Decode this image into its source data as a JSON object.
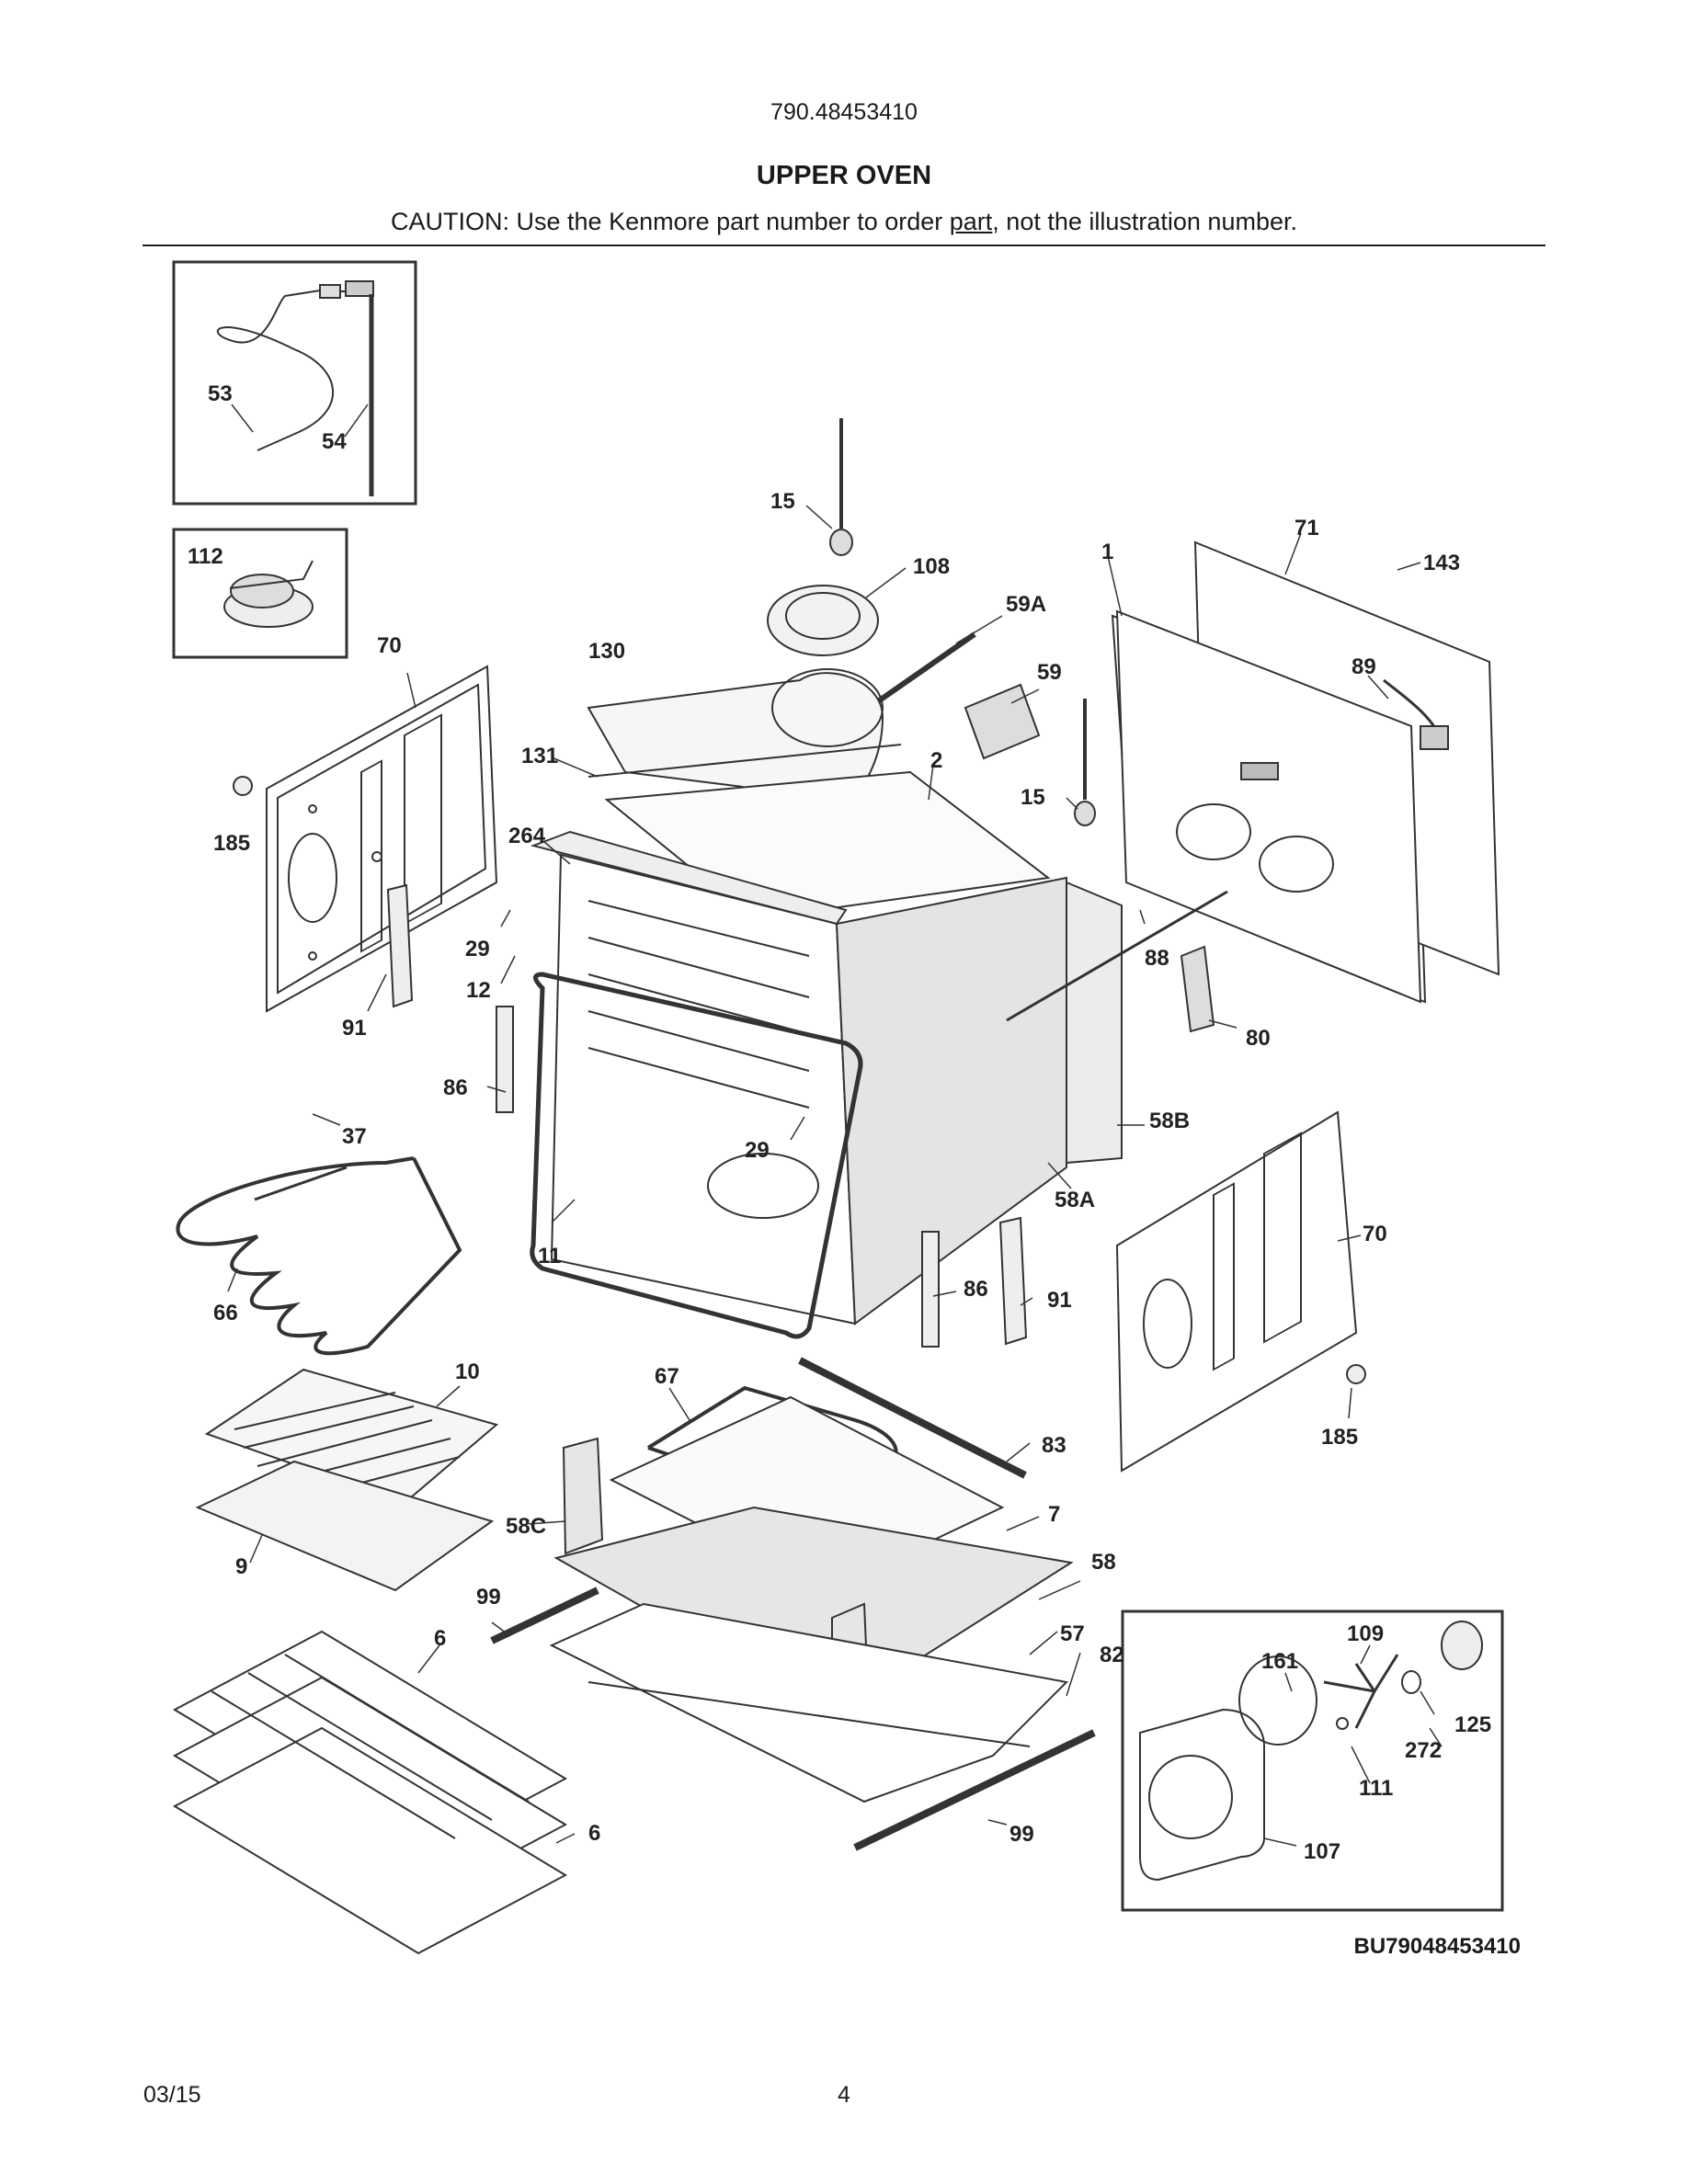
{
  "header": {
    "model_number": "790.48453410",
    "title": "UPPER OVEN",
    "caution_before": "CAUTION: Use the Kenmore part number to order ",
    "caution_link": "part",
    "caution_after": ", not the illustration number."
  },
  "callouts": [
    {
      "id": "c53",
      "text": "53"
    },
    {
      "id": "c54",
      "text": "54"
    },
    {
      "id": "c112",
      "text": "112"
    },
    {
      "id": "c15a",
      "text": "15"
    },
    {
      "id": "c108",
      "text": "108"
    },
    {
      "id": "c59A",
      "text": "59A"
    },
    {
      "id": "c1",
      "text": "1"
    },
    {
      "id": "c71",
      "text": "71"
    },
    {
      "id": "c143",
      "text": "143"
    },
    {
      "id": "c70a",
      "text": "70"
    },
    {
      "id": "c130",
      "text": "130"
    },
    {
      "id": "c59",
      "text": "59"
    },
    {
      "id": "c89",
      "text": "89"
    },
    {
      "id": "c131",
      "text": "131"
    },
    {
      "id": "c2",
      "text": "2"
    },
    {
      "id": "c15b",
      "text": "15"
    },
    {
      "id": "c185a",
      "text": "185"
    },
    {
      "id": "c264",
      "text": "264"
    },
    {
      "id": "c29a",
      "text": "29"
    },
    {
      "id": "c12",
      "text": "12"
    },
    {
      "id": "c88",
      "text": "88"
    },
    {
      "id": "c91a",
      "text": "91"
    },
    {
      "id": "c80",
      "text": "80"
    },
    {
      "id": "c86a",
      "text": "86"
    },
    {
      "id": "c37",
      "text": "37"
    },
    {
      "id": "c29b",
      "text": "29"
    },
    {
      "id": "c58B",
      "text": "58B"
    },
    {
      "id": "c58A",
      "text": "58A"
    },
    {
      "id": "c11",
      "text": "11"
    },
    {
      "id": "c70b",
      "text": "70"
    },
    {
      "id": "c66",
      "text": "66"
    },
    {
      "id": "c86b",
      "text": "86"
    },
    {
      "id": "c91b",
      "text": "91"
    },
    {
      "id": "c10",
      "text": "10"
    },
    {
      "id": "c67",
      "text": "67"
    },
    {
      "id": "c83",
      "text": "83"
    },
    {
      "id": "c185b",
      "text": "185"
    },
    {
      "id": "c58C",
      "text": "58C"
    },
    {
      "id": "c7",
      "text": "7"
    },
    {
      "id": "c9",
      "text": "9"
    },
    {
      "id": "c58",
      "text": "58"
    },
    {
      "id": "c99a",
      "text": "99"
    },
    {
      "id": "c6a",
      "text": "6"
    },
    {
      "id": "c57",
      "text": "57"
    },
    {
      "id": "c82",
      "text": "82"
    },
    {
      "id": "c109",
      "text": "109"
    },
    {
      "id": "c161",
      "text": "161"
    },
    {
      "id": "c125",
      "text": "125"
    },
    {
      "id": "c272",
      "text": "272"
    },
    {
      "id": "c111",
      "text": "111"
    },
    {
      "id": "c6b",
      "text": "6"
    },
    {
      "id": "c99b",
      "text": "99"
    },
    {
      "id": "c107",
      "text": "107"
    }
  ],
  "diagram_code": "BU79048453410",
  "footer": {
    "date": "03/15",
    "page_number": "4"
  }
}
